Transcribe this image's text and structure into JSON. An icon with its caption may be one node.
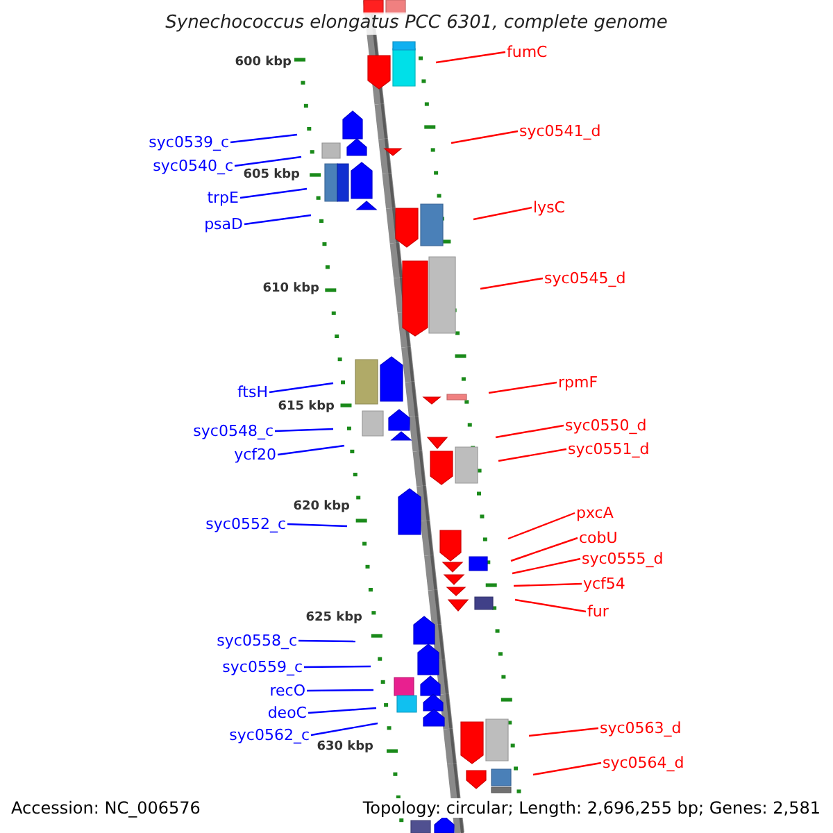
{
  "diagram": {
    "title": "Synechococcus elongatus PCC 6301, complete genome",
    "nodes": [
      {
        "text": [
          "fumC"
        ]
      },
      {
        "text": [
          "syc0541_d"
        ]
      },
      {
        "text": [
          "syc0539_c"
        ]
      },
      {
        "text": [
          "syc0540_c"
        ]
      },
      {
        "text": [
          "trpE"
        ]
      },
      {
        "text": [
          "lysC"
        ]
      },
      {
        "text": [
          "psaD"
        ]
      },
      {
        "text": [
          "syc0545_d"
        ]
      },
      {
        "text": [
          "rpmF"
        ]
      },
      {
        "text": [
          "ftsH"
        ]
      },
      {
        "text": [
          "syc0550_d"
        ]
      },
      {
        "text": [
          "syc0548_c"
        ]
      },
      {
        "text": [
          "syc0551_d"
        ]
      },
      {
        "text": [
          "ycf20"
        ]
      },
      {
        "text": [
          "pxcA"
        ]
      },
      {
        "text": [
          "syc0552_c"
        ]
      },
      {
        "text": [
          "cobU"
        ]
      },
      {
        "text": [
          "syc0555_d"
        ]
      },
      {
        "text": [
          "ycf54"
        ]
      },
      {
        "text": [
          "fur"
        ]
      },
      {
        "text": [
          "syc0558_c"
        ]
      },
      {
        "text": [
          "syc0559_c"
        ]
      },
      {
        "text": [
          "recO"
        ]
      },
      {
        "text": [
          "deoC"
        ]
      },
      {
        "text": [
          "syc0563_d"
        ]
      },
      {
        "text": [
          "syc0562_c"
        ]
      },
      {
        "text": [
          "syc0564_d"
        ]
      }
    ],
    "edges": [
      {
        "from": 0,
        "to": null,
        "arrow": "none"
      },
      {
        "from": 1,
        "to": null,
        "arrow": "none"
      },
      {
        "from": 2,
        "to": null,
        "arrow": "none",
        "color": "#0000ff"
      },
      {
        "from": 3,
        "to": null,
        "arrow": "none",
        "color": "#0000ff"
      },
      {
        "from": 4,
        "to": null,
        "arrow": "none",
        "color": "#0000ff"
      },
      {
        "from": 5,
        "to": null,
        "arrow": "none"
      },
      {
        "from": 6,
        "to": null,
        "arrow": "none",
        "color": "#0000ff"
      },
      {
        "from": 7,
        "to": null,
        "arrow": "none"
      },
      {
        "from": 8,
        "to": null,
        "arrow": "none"
      },
      {
        "from": 9,
        "to": null,
        "arrow": "none",
        "color": "#0000ff"
      },
      {
        "from": 10,
        "to": null,
        "arrow": "none"
      },
      {
        "from": 11,
        "to": null,
        "arrow": "none",
        "color": "#0000ff"
      },
      {
        "from": 12,
        "to": null,
        "arrow": "none"
      },
      {
        "from": 13,
        "to": null,
        "arrow": "none",
        "color": "#0000ff"
      },
      {
        "from": 14,
        "to": null,
        "arrow": "none"
      },
      {
        "from": 15,
        "to": null,
        "arrow": "none",
        "color": "#0000ff"
      },
      {
        "from": 16,
        "to": null,
        "arrow": "none"
      },
      {
        "from": 17,
        "to": null,
        "arrow": "none"
      },
      {
        "from": 18,
        "to": null,
        "arrow": "none"
      },
      {
        "from": 19,
        "to": null,
        "arrow": "none"
      },
      {
        "from": 20,
        "to": null,
        "arrow": "none",
        "color": "#0000ff"
      },
      {
        "from": 21,
        "to": null,
        "arrow": "none",
        "color": "#0000ff"
      },
      {
        "from": 22,
        "to": null,
        "arrow": "none",
        "color": "#0000ff"
      },
      {
        "from": 23,
        "to": null,
        "arrow": "none",
        "color": "#0000ff"
      },
      {
        "from": 24,
        "to": null,
        "arrow": "none"
      },
      {
        "from": 25,
        "to": null,
        "arrow": "none",
        "color": "#0000ff"
      },
      {
        "from": 26,
        "to": null,
        "arrow": "none"
      }
    ],
    "labels": [
      "600 kbp",
      "605 kbp",
      "610 kbp",
      "615 kbp",
      "620 kbp",
      "625 kbp",
      "630 kbp",
      "Accession: NC_006576",
      "Topology: circular; Length: 2,696,255 bp; Genes: 2,581"
    ]
  }
}
